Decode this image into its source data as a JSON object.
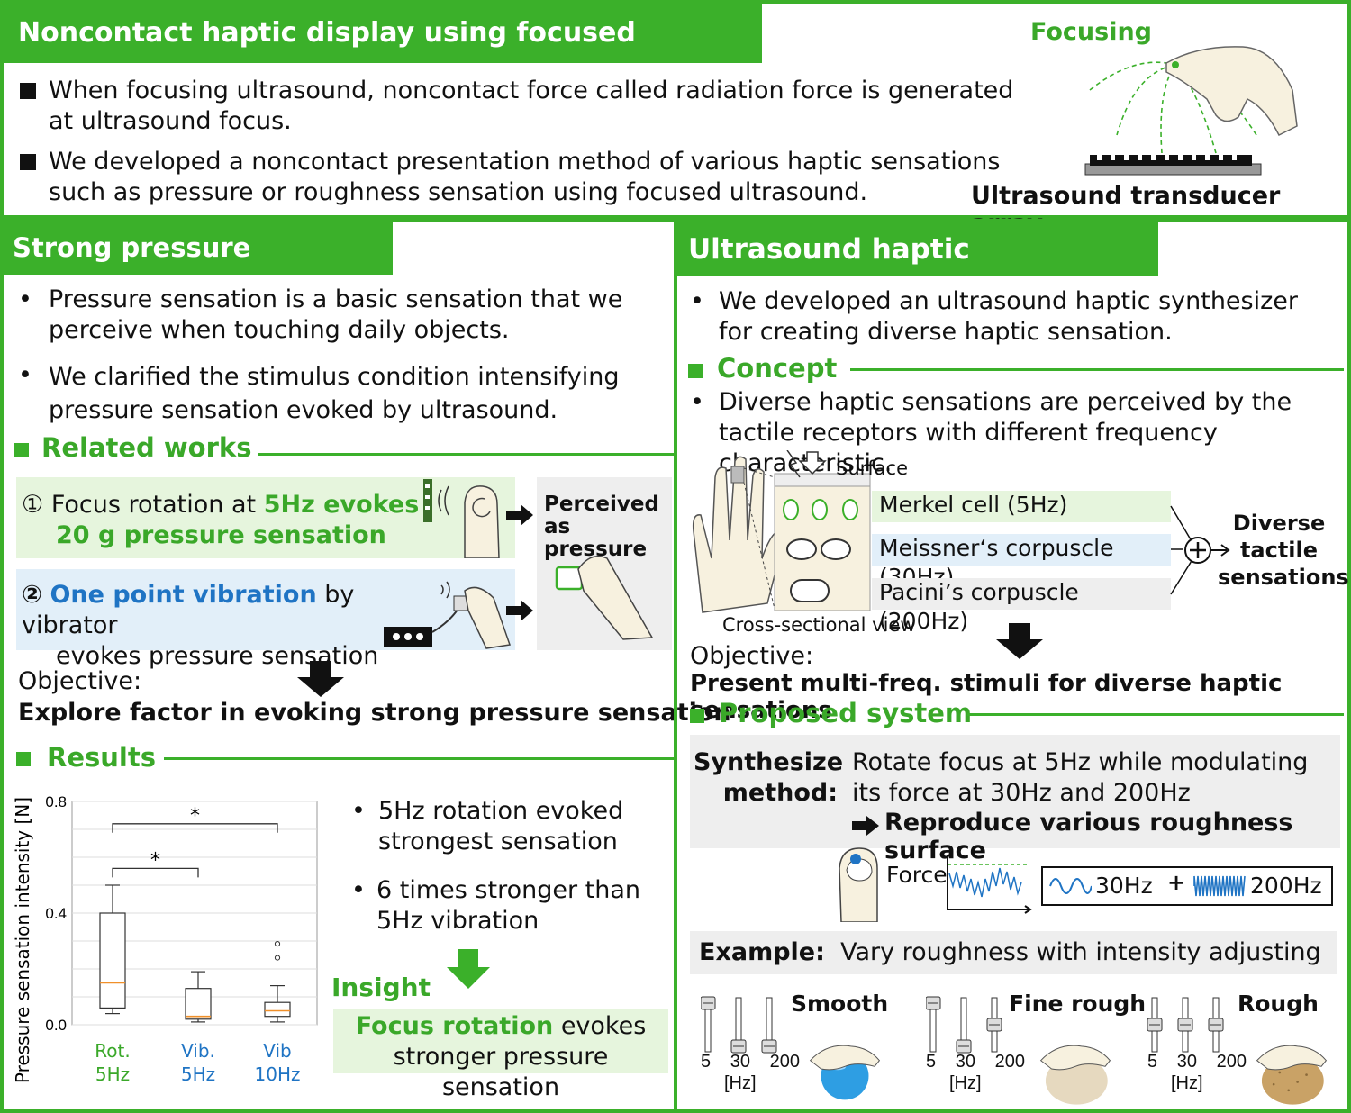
{
  "top": {
    "title": "Noncontact haptic display using focused ultrasound",
    "bullet1": "When focusing ultrasound, noncontact force called radiation force is generated at ultrasound focus.",
    "bullet2": "We developed a noncontact presentation method of various haptic sensations such as pressure or roughness sensation using focused ultrasound.",
    "focusing_label": "Focusing",
    "array_label": "Ultrasound transducer array"
  },
  "left": {
    "title": "Strong pressure sensation",
    "bullet1": "Pressure sensation is a basic sensation that we perceive when touching daily objects.",
    "bullet2": "We clarified the stimulus condition intensifying pressure sensation evoked by ultrasound.",
    "related_title": "Related works",
    "rw1_num": "①",
    "rw1_a": "Focus rotation at ",
    "rw1_b": "5Hz evokes",
    "rw1_c": "20 g pressure sensation",
    "rw2_num": "②",
    "rw2_a": "One point vibration",
    "rw2_b": " by vibrator",
    "rw2_c": "evokes pressure sensation",
    "perceived": "Perceived as pressure",
    "objective_label": "Objective:",
    "objective": "Explore factor in evoking strong pressure sensation",
    "results_title": "Results",
    "res_b1": "5Hz rotation evoked strongest sensation",
    "res_b2": "6 times stronger than 5Hz vibration",
    "insight_title": "Insight",
    "insight_a": "Focus rotation",
    "insight_b": " evokes",
    "insight_c": "stronger pressure sensation"
  },
  "chart_data": {
    "type": "box",
    "ylabel": "Pressure sensation intensity  [N]",
    "ylim": [
      0,
      0.8
    ],
    "yticks": [
      "0.0",
      "0.4",
      "0.8"
    ],
    "categories": [
      "Rot.\n5Hz",
      "Vib.\n5Hz",
      "Vib\n10Hz"
    ],
    "cat_line1": [
      "Rot.",
      "Vib.",
      "Vib"
    ],
    "cat_line2": [
      "5Hz",
      "5Hz",
      "10Hz"
    ],
    "boxes": [
      {
        "min": 0.04,
        "q1": 0.06,
        "median": 0.15,
        "q3": 0.4,
        "max": 0.5,
        "outliers": []
      },
      {
        "min": 0.01,
        "q1": 0.02,
        "median": 0.03,
        "q3": 0.13,
        "max": 0.19,
        "outliers": []
      },
      {
        "min": 0.01,
        "q1": 0.03,
        "median": 0.05,
        "q3": 0.08,
        "max": 0.14,
        "outliers": [
          0.24,
          0.29
        ]
      }
    ],
    "significance": [
      {
        "from": 0,
        "to": 1,
        "label": "*",
        "y": 0.56
      },
      {
        "from": 0,
        "to": 2,
        "label": "*",
        "y": 0.72
      }
    ],
    "colors": {
      "rot": "#3aa829",
      "vib": "#1f74c4",
      "median": "#f0902a"
    }
  },
  "right": {
    "title": "Ultrasound haptic synthesizer",
    "bullet1": "We developed an ultrasound haptic synthesizer for creating diverse haptic sensation.",
    "concept_title": "Concept",
    "concept_bullet": "Diverse haptic sensations are perceived by the tactile receptors with different frequency characteristic.",
    "surface": "Surface",
    "cross_section": "Cross-sectional view",
    "receptors": [
      "Merkel cell (5Hz)",
      "Meissner‘s corpuscle (30Hz)",
      "Pacini’s corpuscle (200Hz)"
    ],
    "diverse": "Diverse tactile sensations",
    "plus": "+",
    "objective_label": "Objective:",
    "objective": "Present multi-freq. stimuli for diverse haptic sensations",
    "proposed_title": "Proposed system",
    "synth_label_1": "Synthesize",
    "synth_label_2": "method:",
    "synth_text": "Rotate focus at 5Hz while modulating its force at 30Hz and 200Hz",
    "reproduce": "Reproduce various roughness surface",
    "force": "Force",
    "f30": "30Hz",
    "f200": "200Hz",
    "fplus": "+",
    "example_label": "Example:",
    "example_text": "Vary roughness with intensity adjusting",
    "slider_labels": [
      "5",
      "30",
      "200"
    ],
    "hz": "[Hz]",
    "textures": [
      {
        "name": "Smooth",
        "levels": [
          0.9,
          0.1,
          0.1
        ]
      },
      {
        "name": "Fine rough",
        "levels": [
          0.9,
          0.1,
          0.5
        ]
      },
      {
        "name": "Rough",
        "levels": [
          0.5,
          0.5,
          0.5
        ]
      }
    ]
  }
}
